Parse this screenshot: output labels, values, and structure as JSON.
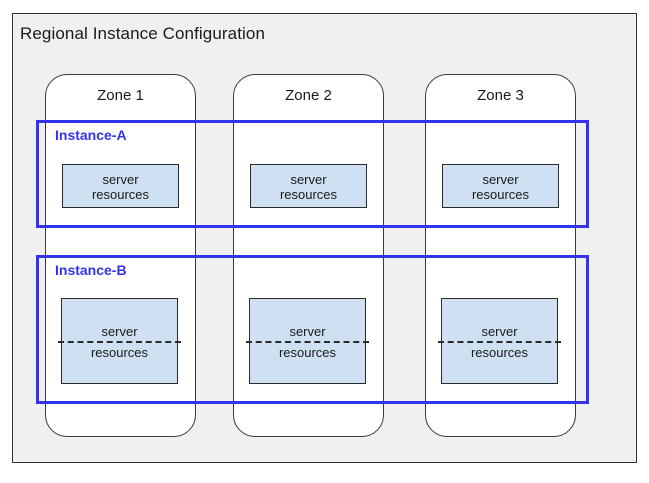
{
  "diagram": {
    "title": "Regional Instance Configuration",
    "colors": {
      "background": "#ffffff",
      "region_fill": "#f0f0f0",
      "region_stroke": "#333333",
      "zone_fill": "#ffffff",
      "zone_stroke": "#3a3a3a",
      "instance_accent": "#3333ee",
      "resource_fill": "#cfe0f2",
      "resource_stroke": "#2b2b2b",
      "text": "#1a1a1a"
    }
  },
  "zones": [
    {
      "id": "zone-1",
      "label": "Zone 1"
    },
    {
      "id": "zone-2",
      "label": "Zone 2"
    },
    {
      "id": "zone-3",
      "label": "Zone 3"
    }
  ],
  "instances": [
    {
      "id": "instance-a",
      "label": "Instance-A",
      "style": "solid",
      "resources": [
        {
          "zone": "Zone 1",
          "line_1": "server",
          "line_2": "resources"
        },
        {
          "zone": "Zone 2",
          "line_1": "server",
          "line_2": "resources"
        },
        {
          "zone": "Zone 3",
          "line_1": "server",
          "line_2": "resources"
        }
      ]
    },
    {
      "id": "instance-b",
      "label": "Instance-B",
      "style": "split-dashed",
      "resources": [
        {
          "zone": "Zone 1",
          "line_1": "server",
          "line_2": "resources"
        },
        {
          "zone": "Zone 2",
          "line_1": "server",
          "line_2": "resources"
        },
        {
          "zone": "Zone 3",
          "line_1": "server",
          "line_2": "resources"
        }
      ]
    }
  ]
}
